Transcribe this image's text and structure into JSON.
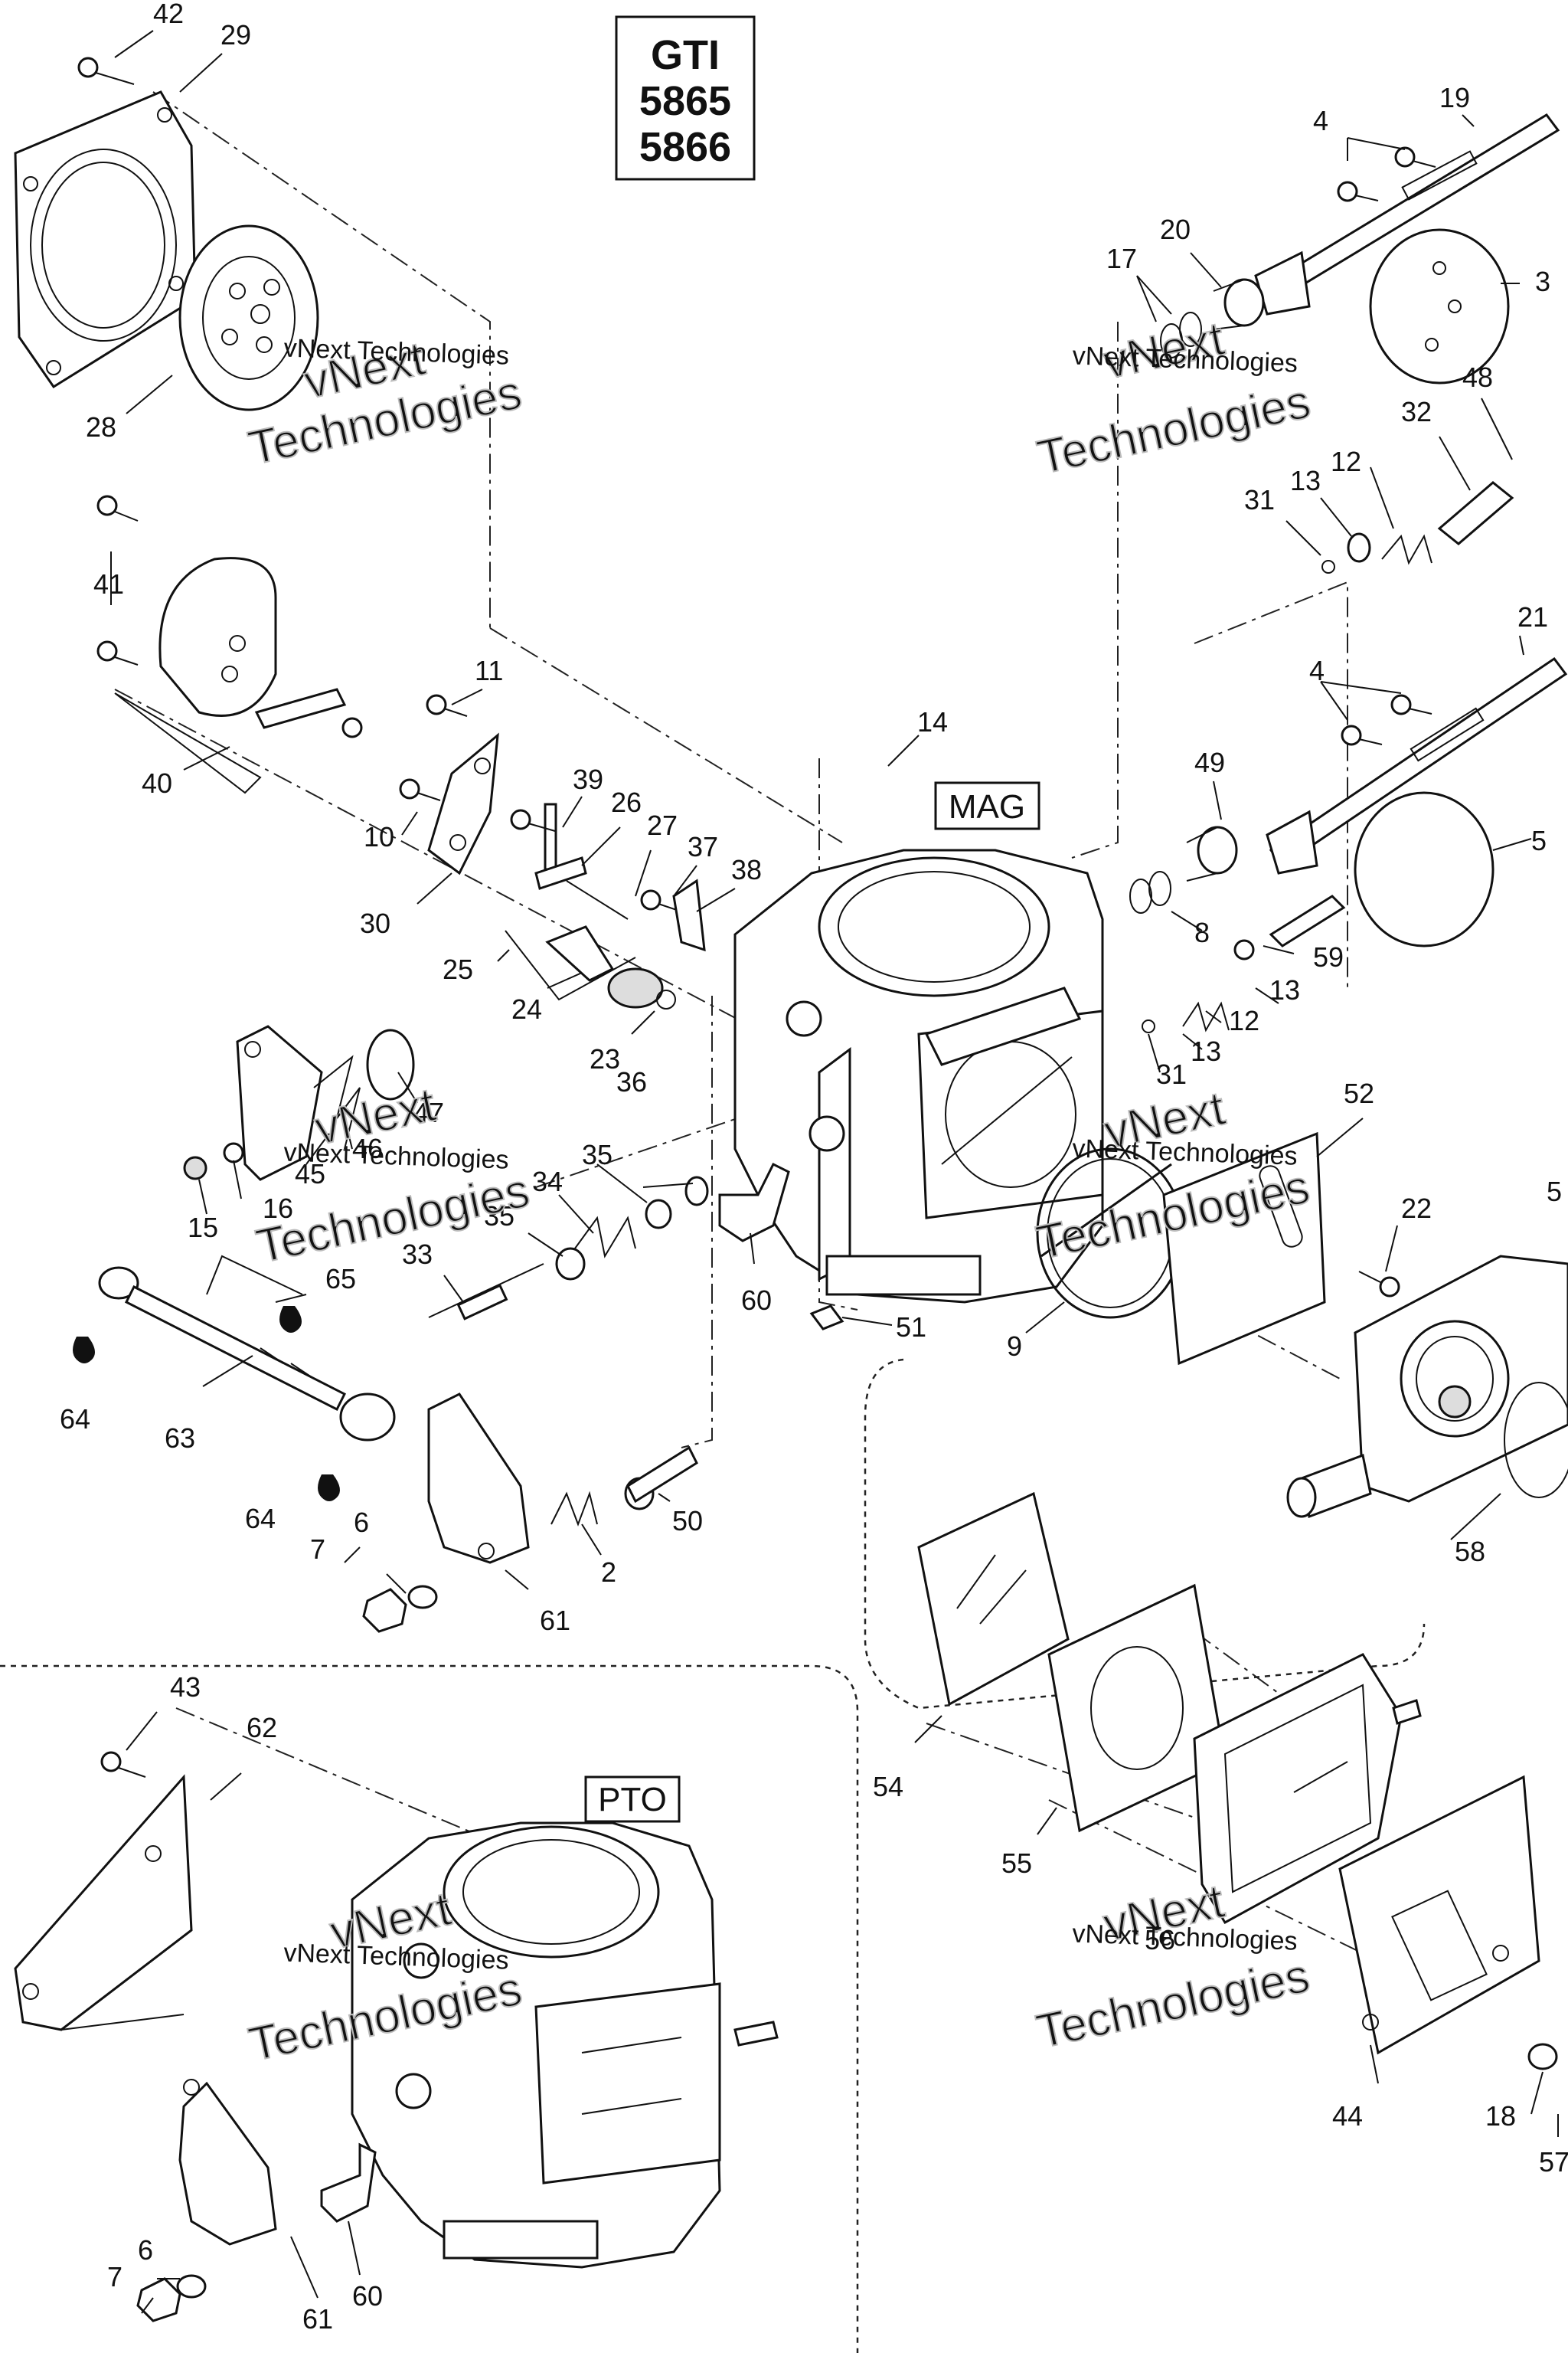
{
  "model_box": {
    "lines": [
      "GTI",
      "5865",
      "5866"
    ]
  },
  "section_labels": {
    "mag": "MAG",
    "pto": "PTO"
  },
  "watermark": {
    "line1": "vNext Technologies",
    "line2": "Technologies",
    "ghost": "vNext"
  },
  "callouts": [
    "42",
    "29",
    "28",
    "41",
    "40",
    "11",
    "10",
    "30",
    "39",
    "26",
    "27",
    "37",
    "38",
    "25",
    "24",
    "23",
    "14",
    "19",
    "4",
    "20",
    "17",
    "3",
    "48",
    "32",
    "12",
    "13",
    "31",
    "21",
    "49",
    "8",
    "5",
    "59",
    "52",
    "22",
    "47",
    "46",
    "45",
    "16",
    "15",
    "36",
    "35",
    "34",
    "33",
    "60",
    "51",
    "9",
    "65",
    "64",
    "63",
    "7",
    "6",
    "61",
    "2",
    "50",
    "58",
    "54",
    "55",
    "56",
    "44",
    "18",
    "57",
    "43",
    "62"
  ],
  "colors": {
    "ink": "#111111",
    "background": "#ffffff"
  }
}
